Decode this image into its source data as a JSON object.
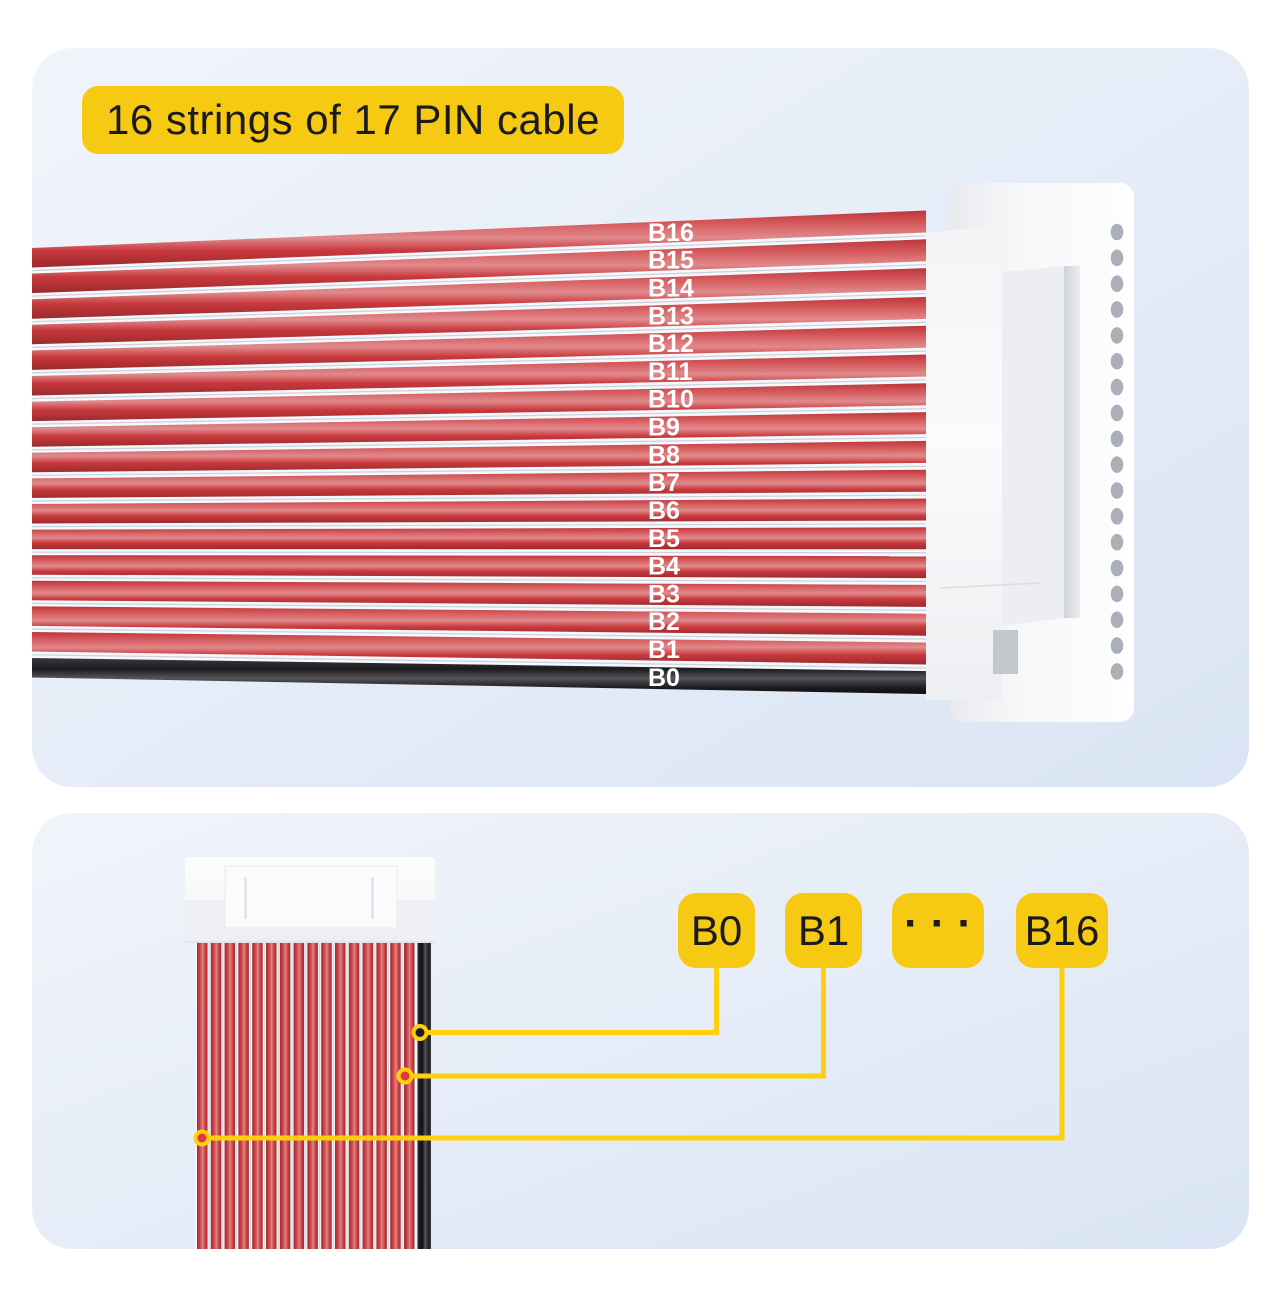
{
  "colors": {
    "accent_yellow": "#F6C913",
    "callout_yellow": "#FFD00A",
    "wire_red": "#C8393D",
    "wire_red_dark": "#9A2A2D",
    "wire_red_light": "#E18A8C",
    "wire_black": "#1B1B1D",
    "panel_bg_light": "#F1F4FA",
    "panel_bg_dark": "#D9E4F4",
    "connector_white": "#FBFBFC",
    "connector_shadow": "#E9EAED",
    "pin_hole_grey": "#ABB0B8",
    "gap_white": "#F6F9FC",
    "gap_line_grey": "#C6CDD9",
    "text_dark": "#1B1B1E",
    "wire_label_white": "#FFFFFF",
    "callout_dot_red": "#E23840",
    "callout_dot_black": "#1E1E20"
  },
  "top_panel": {
    "title": "16 strings of 17 PIN cable",
    "wire_labels": [
      "B16",
      "B15",
      "B14",
      "B13",
      "B12",
      "B11",
      "B10",
      "B9",
      "B8",
      "B7",
      "B6",
      "B5",
      "B4",
      "B3",
      "B2",
      "B1",
      "B0"
    ]
  },
  "bottom_panel": {
    "badges": [
      {
        "label": "B0"
      },
      {
        "label": "B1"
      },
      {
        "label": "···"
      },
      {
        "label": "B16"
      }
    ]
  }
}
